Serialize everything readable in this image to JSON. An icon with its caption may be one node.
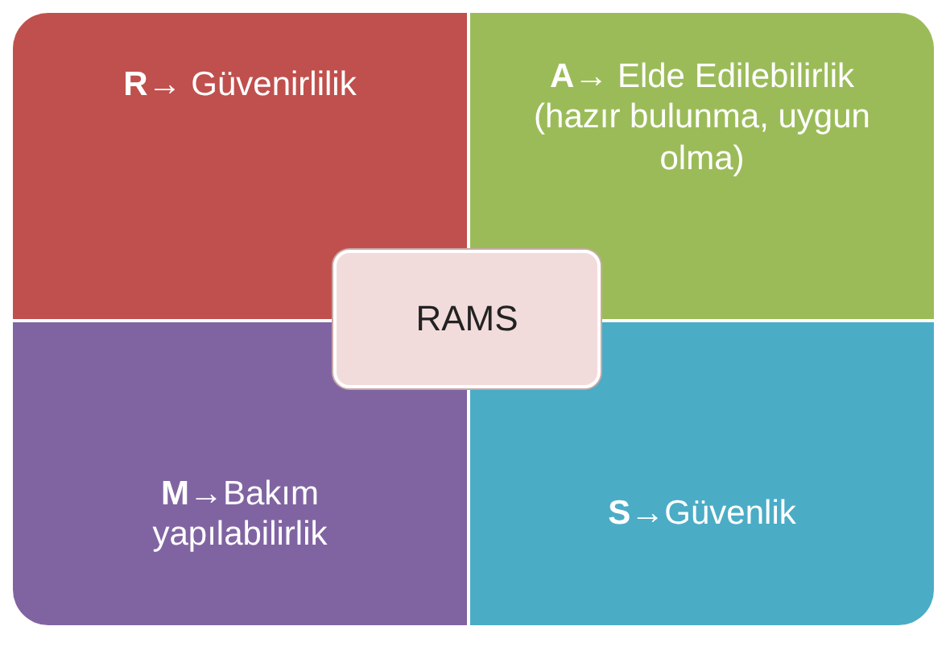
{
  "diagram": {
    "nodes": [
      {
        "text": [
          "**R→** Güvenirlilik"
        ]
      },
      {
        "text": [
          "**A→** Elde Edilebilirlik (hazır bulunma, uygun olma)"
        ]
      },
      {
        "text": [
          "RAMS"
        ]
      },
      {
        "text": [
          "**M→**Bakım yapılabilirlik"
        ]
      },
      {
        "text": [
          "**S→**Güvenlik"
        ]
      }
    ]
  }
}
